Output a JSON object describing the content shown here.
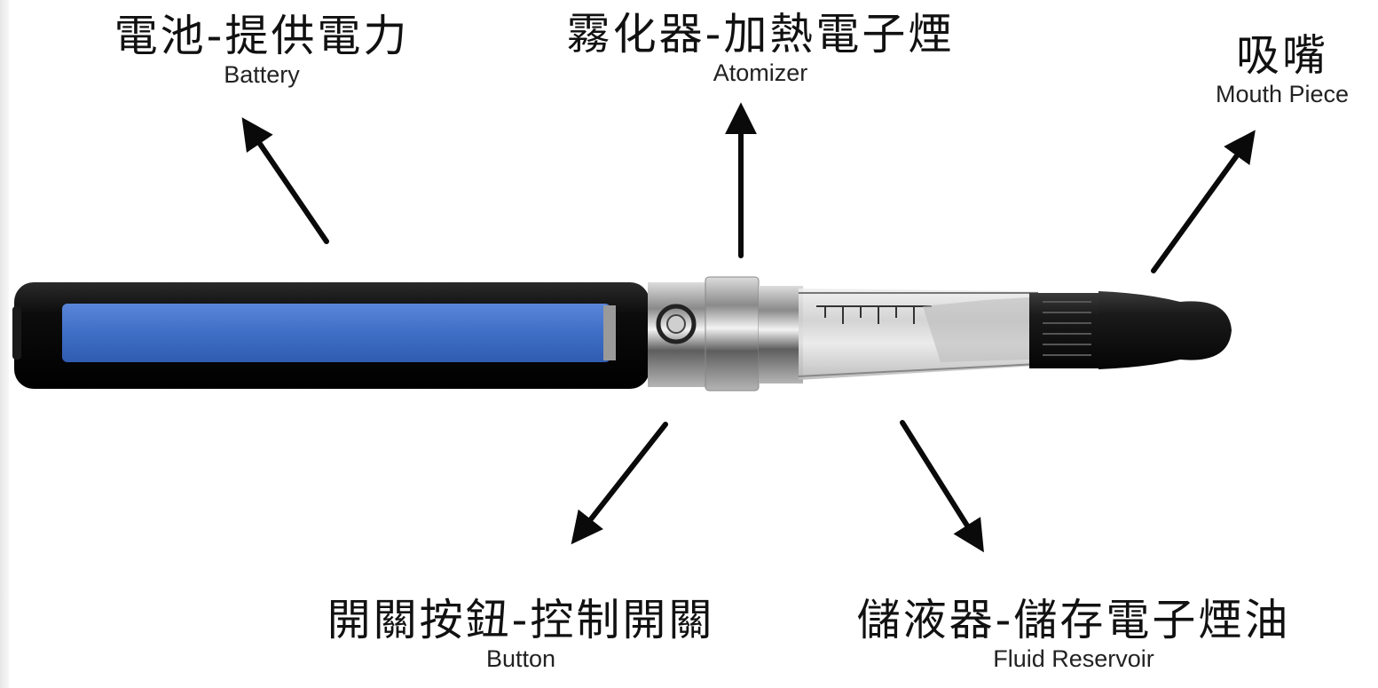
{
  "labels": {
    "battery": {
      "zh": "電池-提供電力",
      "en": "Battery"
    },
    "atomizer": {
      "zh": "霧化器-加熱電子煙",
      "en": "Atomizer"
    },
    "mouthpiece": {
      "zh": "吸嘴",
      "en": "Mouth Piece"
    },
    "button": {
      "zh": "開關按鈕-控制開關",
      "en": "Button"
    },
    "reservoir": {
      "zh": "儲液器-儲存電子煙油",
      "en": "Fluid Reservoir"
    }
  },
  "colors": {
    "battery_body": "#0e0e0e",
    "battery_window": "#3f6ec6",
    "arrow": "#0a0a0a",
    "mouthpiece": "#111111"
  }
}
